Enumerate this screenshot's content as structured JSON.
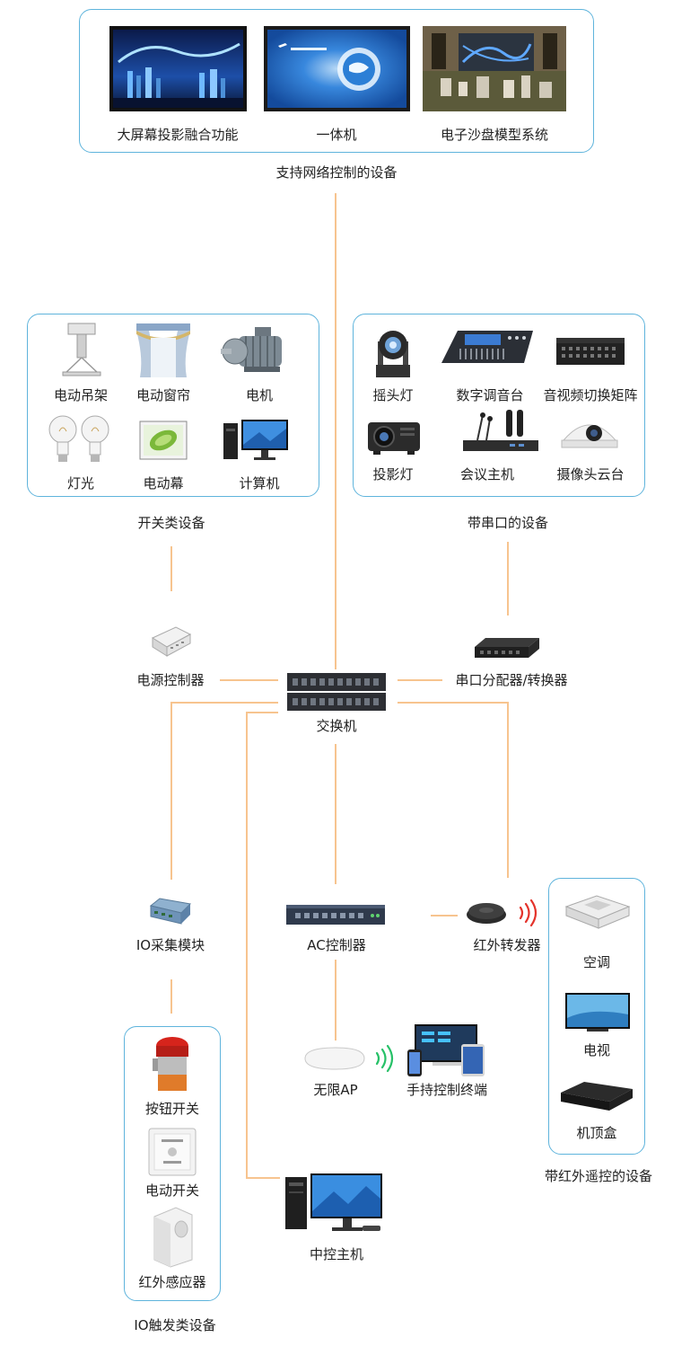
{
  "network_devices": {
    "title": "支持网络控制的设备",
    "items": [
      "大屏幕投影融合功能",
      "一体机",
      "电子沙盘模型系统"
    ]
  },
  "switch_devices": {
    "title": "开关类设备",
    "items": [
      "电动吊架",
      "电动窗帘",
      "电机",
      "灯光",
      "电动幕",
      "计算机"
    ]
  },
  "serial_devices": {
    "title": "带串口的设备",
    "items": [
      "摇头灯",
      "数字调音台",
      "音视频切换矩阵",
      "投影灯",
      "会议主机",
      "摄像头云台"
    ]
  },
  "hub": {
    "power_controller": "电源控制器",
    "switch": "交换机",
    "serial_splitter": "串口分配器/转换器",
    "io_module": "IO采集模块",
    "ac_controller": "AC控制器",
    "ir_transmitter": "红外转发器",
    "wireless_ap": "无限AP",
    "handheld": "手持控制终端",
    "central_host": "中控主机"
  },
  "io_devices": {
    "title": "IO触发类设备",
    "items": [
      "按钮开关",
      "电动开关",
      "红外感应器"
    ]
  },
  "ir_devices": {
    "title": "带红外遥控的设备",
    "items": [
      "空调",
      "电视",
      "机顶盒"
    ]
  }
}
